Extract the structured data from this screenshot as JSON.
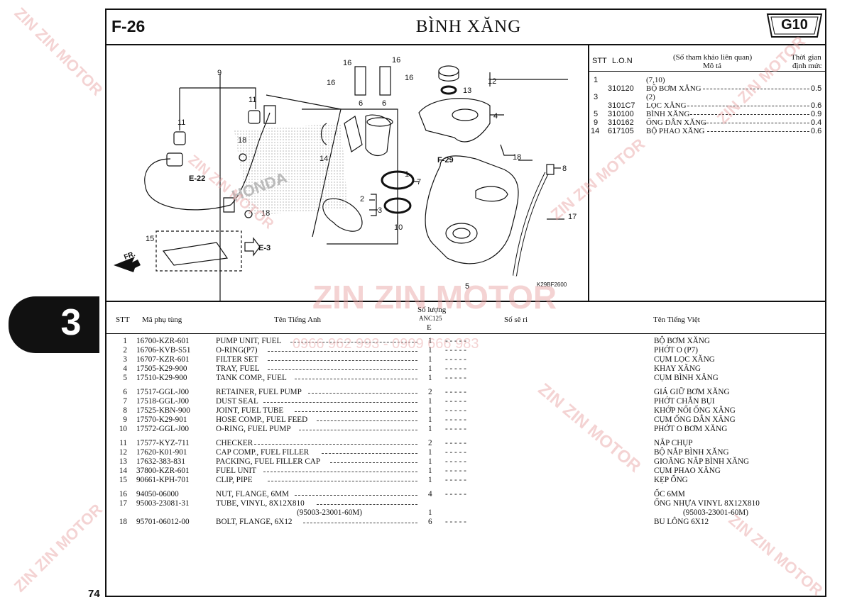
{
  "page": {
    "fig_code": "F-26",
    "title": "BÌNH XĂNG",
    "group": "G10",
    "chapter": "3",
    "page_number": "74",
    "drawing_code": "K29BF2600"
  },
  "watermarks": [
    "ZIN ZIN MOTOR",
    "0966 962 993 - 0909 666 983"
  ],
  "reference_panel": {
    "headers": {
      "stt": "STT",
      "lon": "L.O.N",
      "ref": "(Số tham khảo liên quan)",
      "desc": "Mô tả",
      "time1": "Thời gian",
      "time2": "định mức"
    },
    "entries": [
      {
        "stt": "1",
        "lon": "",
        "desc": "(7,10)",
        "time": ""
      },
      {
        "stt": "",
        "lon": "310120",
        "desc": "BỘ BƠM XĂNG",
        "time": "0.5"
      },
      {
        "stt": "3",
        "lon": "",
        "desc": "(2)",
        "time": ""
      },
      {
        "stt": "",
        "lon": "3101C7",
        "desc": "LỌC XĂNG",
        "time": "0.6"
      },
      {
        "stt": "5",
        "lon": "310100",
        "desc": "BÌNH XĂNG",
        "time": "0.9"
      },
      {
        "stt": "9",
        "lon": "310162",
        "desc": "ỐNG DẪN XĂNG",
        "time": "0.4"
      },
      {
        "stt": "14",
        "lon": "617105",
        "desc": "BỘ PHAO XĂNG",
        "time": "0.6"
      }
    ]
  },
  "diagram": {
    "callouts": [
      "1",
      "2",
      "3",
      "4",
      "5",
      "6",
      "6",
      "7",
      "8",
      "9",
      "10",
      "11",
      "11",
      "12",
      "13",
      "14",
      "15",
      "16",
      "16",
      "16",
      "16",
      "17",
      "18",
      "18",
      "18"
    ],
    "refs": [
      "E-22",
      "E-3",
      "F-29",
      "FR."
    ],
    "brand_mark": "HONDA"
  },
  "table": {
    "headers": {
      "stt": "STT",
      "part_no": "Mã phụ tùng",
      "name_en": "Tên Tiếng Anh",
      "qty": "Số lượng",
      "model": "ANC125",
      "type": "E",
      "serial": "Số sê ri",
      "name_vi": "Tên Tiếng Việt"
    },
    "rows": [
      {
        "stt": "1",
        "part": "16700-KZR-601",
        "en": "PUMP UNIT, FUEL",
        "qty": "1",
        "vi": "BỘ BƠM XĂNG"
      },
      {
        "stt": "2",
        "part": "16706-KVB-S51",
        "en": "O-RING(P7)",
        "qty": "1",
        "vi": "PHỚT O (P7)"
      },
      {
        "stt": "3",
        "part": "16707-KZR-601",
        "en": "FILTER SET",
        "qty": "1",
        "vi": "CỤM LỌC XĂNG"
      },
      {
        "stt": "4",
        "part": "17505-K29-900",
        "en": "TRAY, FUEL",
        "qty": "1",
        "vi": "KHAY XĂNG"
      },
      {
        "stt": "5",
        "part": "17510-K29-900",
        "en": "TANK COMP., FUEL",
        "qty": "1",
        "vi": "CỤM BÌNH XĂNG"
      },
      {
        "stt": "6",
        "part": "17517-GGL-J00",
        "en": "RETAINER, FUEL PUMP",
        "qty": "2",
        "vi": "GIÁ GIỮ BƠM XĂNG"
      },
      {
        "stt": "7",
        "part": "17518-GGL-J00",
        "en": "DUST SEAL",
        "qty": "1",
        "vi": "PHỚT CHẮN BỤI"
      },
      {
        "stt": "8",
        "part": "17525-KBN-900",
        "en": "JOINT, FUEL TUBE",
        "qty": "1",
        "vi": "KHỚP NỐI ỐNG XĂNG"
      },
      {
        "stt": "9",
        "part": "17570-K29-901",
        "en": "HOSE COMP., FUEL FEED",
        "qty": "1",
        "vi": "CỤM ỐNG DẪN XĂNG"
      },
      {
        "stt": "10",
        "part": "17572-GGL-J00",
        "en": "O-RING, FUEL PUMP",
        "qty": "1",
        "vi": "PHỚT O BƠM XĂNG"
      },
      {
        "stt": "11",
        "part": "17577-KYZ-711",
        "en": "CHECKER",
        "qty": "2",
        "vi": "NẮP CHỤP"
      },
      {
        "stt": "12",
        "part": "17620-K01-901",
        "en": "CAP COMP., FUEL FILLER",
        "qty": "1",
        "vi": "BỘ NẮP BÌNH XĂNG"
      },
      {
        "stt": "13",
        "part": "17632-383-831",
        "en": "PACKING, FUEL FILLER CAP",
        "qty": "1",
        "vi": "GIOĂNG NẮP BÌNH XĂNG"
      },
      {
        "stt": "14",
        "part": "37800-KZR-601",
        "en": "FUEL UNIT",
        "qty": "1",
        "vi": "CỤM PHAO XĂNG"
      },
      {
        "stt": "15",
        "part": "90661-KPH-701",
        "en": "CLIP, PIPE",
        "qty": "1",
        "vi": "KẸP ỐNG"
      },
      {
        "stt": "16",
        "part": "94050-06000",
        "en": "NUT, FLANGE, 6MM",
        "qty": "4",
        "vi": "ỐC 6MM"
      },
      {
        "stt": "17",
        "part": "95003-23081-31",
        "en": "TUBE, VINYL, 8X12X810",
        "qty": "",
        "vi": "ỐNG NHỰA VINYL 8X12X810"
      },
      {
        "stt": "",
        "part": "",
        "en": "(95003-23001-60M)",
        "qty": "1",
        "vi": "(95003-23001-60M)"
      },
      {
        "stt": "18",
        "part": "95701-06012-00",
        "en": "BOLT, FLANGE, 6X12",
        "qty": "6",
        "vi": "BU LÔNG 6X12"
      }
    ]
  }
}
